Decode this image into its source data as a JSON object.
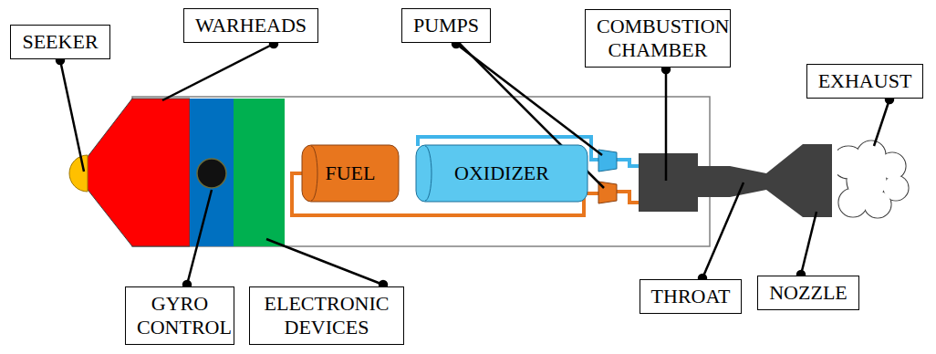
{
  "diagram": {
    "nodes": [
      {
        "text": [
          "SEEKER"
        ]
      },
      {
        "text": [
          "WARHEADS"
        ]
      },
      {
        "text": [
          "PUMPS"
        ]
      },
      {
        "text": [
          "COMBUSTION CHAMBER"
        ]
      },
      {
        "text": [
          "EXHAUST"
        ]
      },
      {
        "text": [
          "FUEL"
        ]
      },
      {
        "text": [
          "OXIDIZER"
        ]
      },
      {
        "text": [
          "GYRO CONTROL"
        ]
      },
      {
        "text": [
          "ELECTRONIC DEVICES"
        ]
      },
      {
        "text": [
          "THROAT"
        ]
      },
      {
        "text": [
          "NOZZLE"
        ]
      }
    ]
  }
}
